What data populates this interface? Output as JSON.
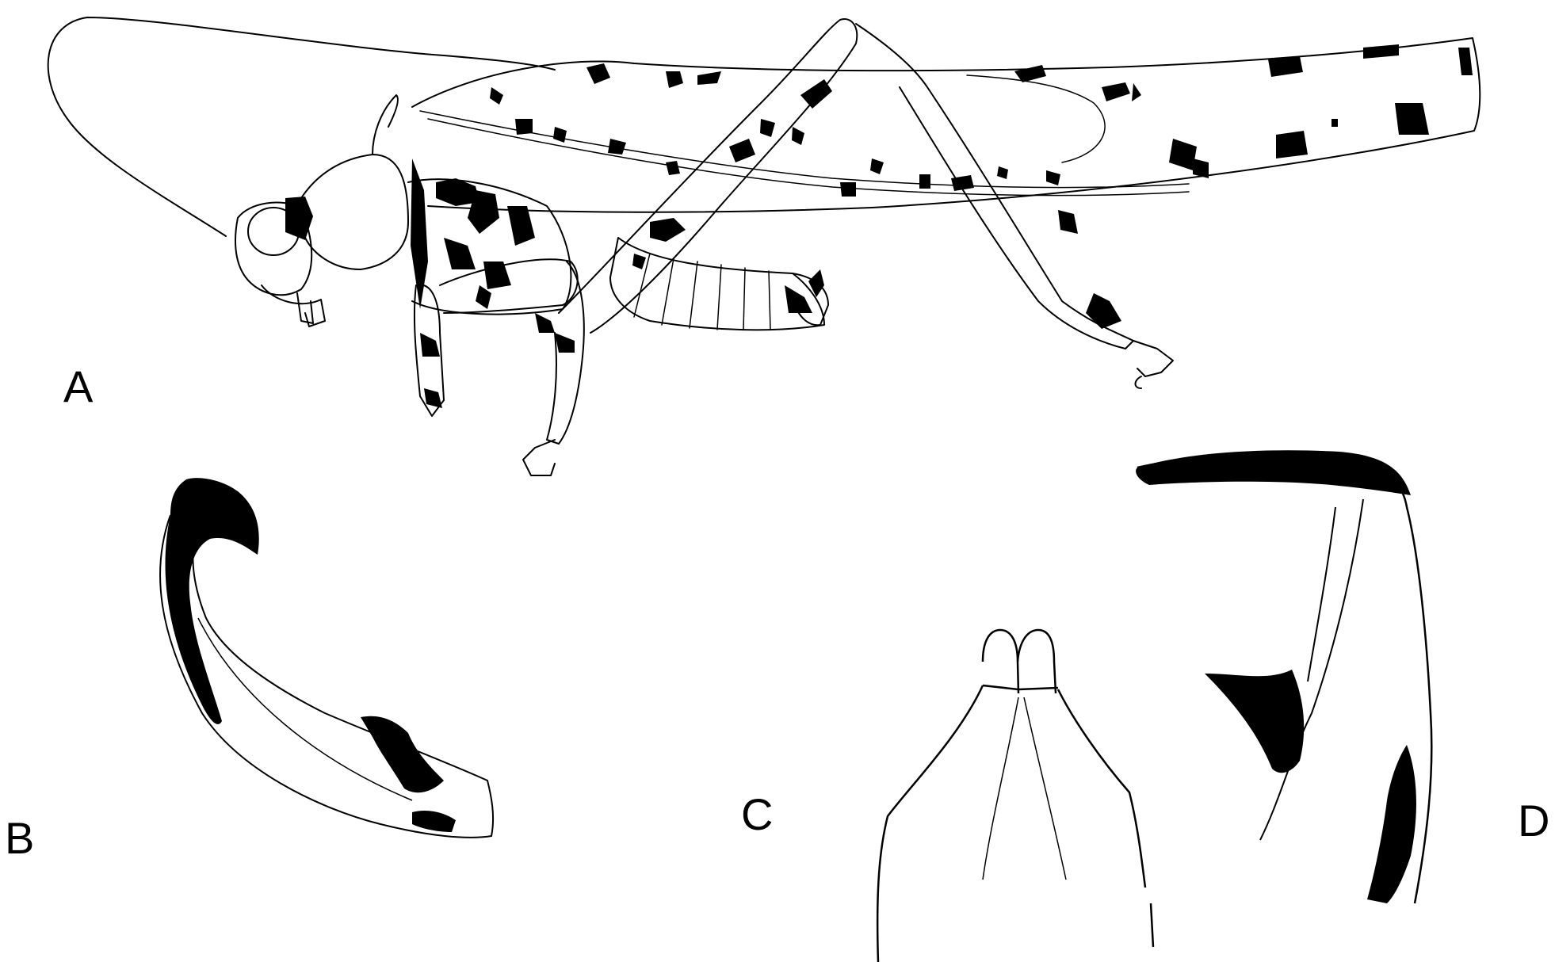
{
  "figure": {
    "panels": [
      {
        "id": "A",
        "label": "A",
        "subject": "grasshopper-lateral-view"
      },
      {
        "id": "B",
        "label": "B",
        "subject": "cercus"
      },
      {
        "id": "C",
        "label": "C",
        "subject": "subgenital-plate"
      },
      {
        "id": "D",
        "label": "D",
        "subject": "epiphallus-lateral"
      }
    ],
    "colors": {
      "line": "#000000",
      "background": "#ffffff",
      "fill": "#000000"
    }
  }
}
